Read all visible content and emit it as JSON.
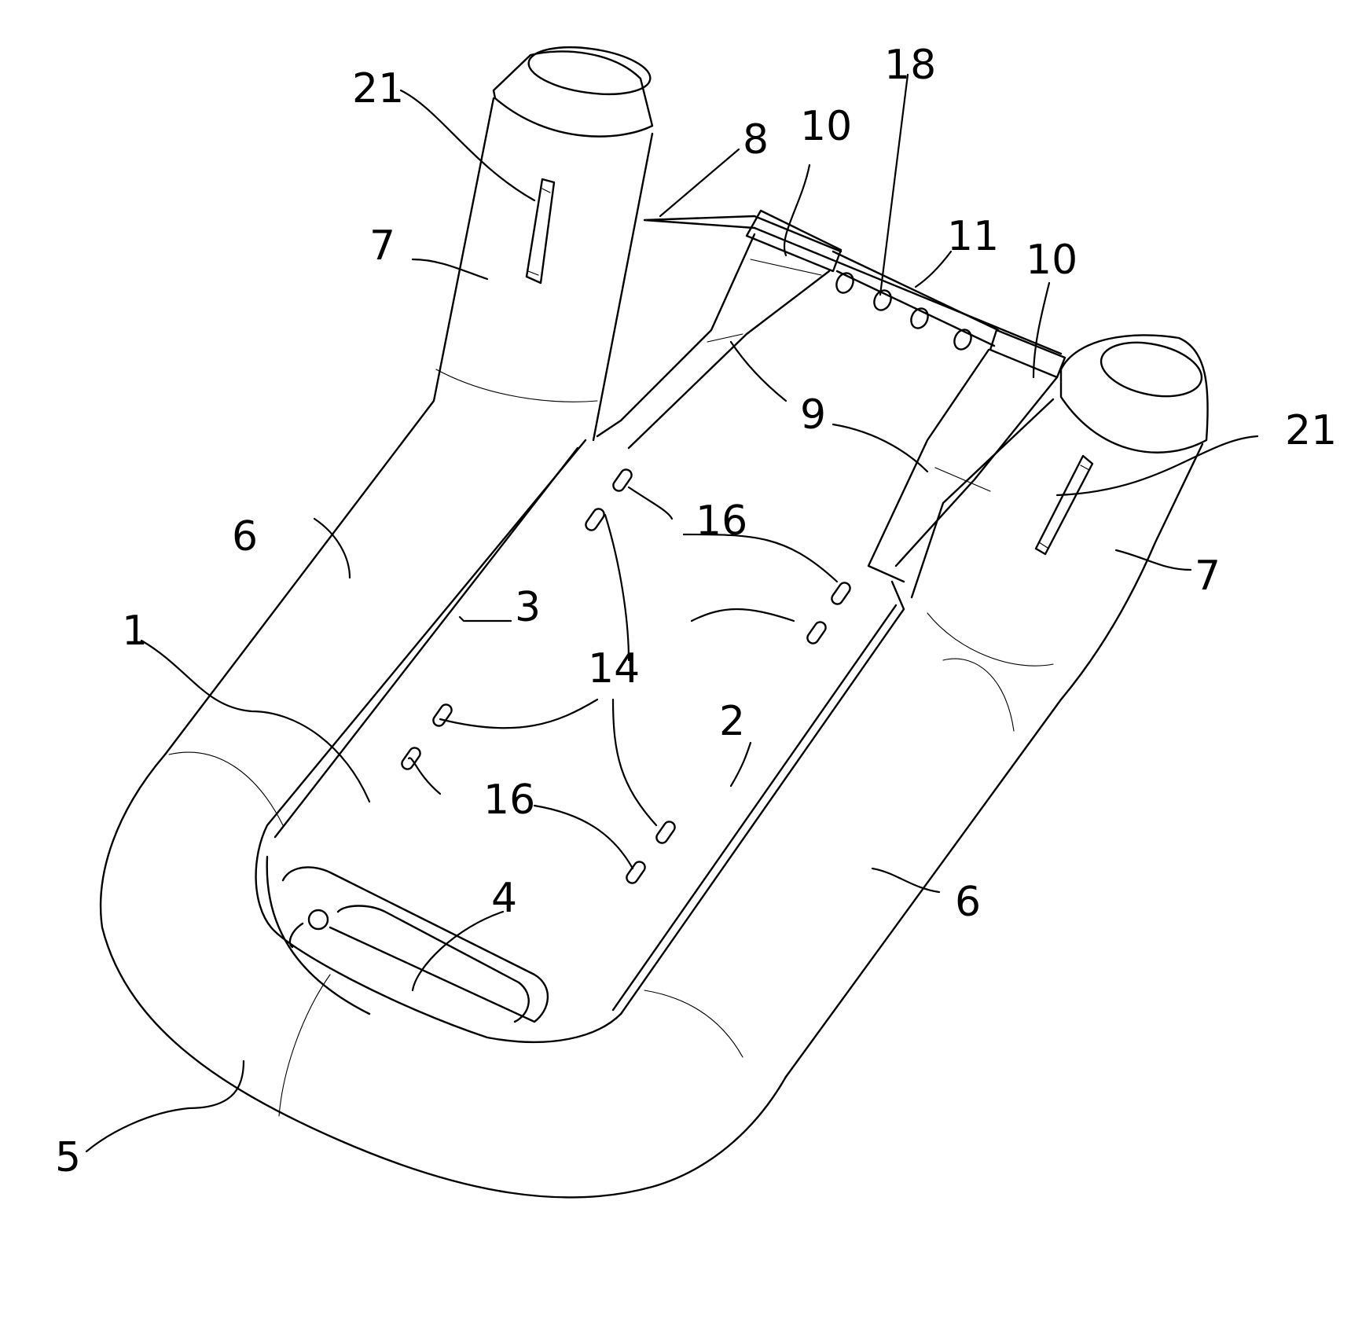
{
  "figure": {
    "labels": {
      "body": "1",
      "side_edge": "2",
      "top_edge": "3",
      "inflator": "4",
      "front_tube": "5",
      "side_tube_left": "6",
      "side_tube_right": "6",
      "rear_tube_left": "7",
      "rear_tube_right": "7",
      "gap": "8",
      "support_left": "9",
      "support_right": "9",
      "clamp_left": "10",
      "clamp_right": "10",
      "rear_bar": "11",
      "slots_upper": "14",
      "slots_lower": "14",
      "slots_upper_b": "16",
      "slots_lower_b": "16",
      "holes": "18",
      "handle_left": "21",
      "handle_right": "21"
    },
    "icons": {
      "handle": "handle-icon",
      "slot": "slot-icon",
      "hole": "hole-icon",
      "cylinder": "gas-cylinder-icon"
    }
  }
}
